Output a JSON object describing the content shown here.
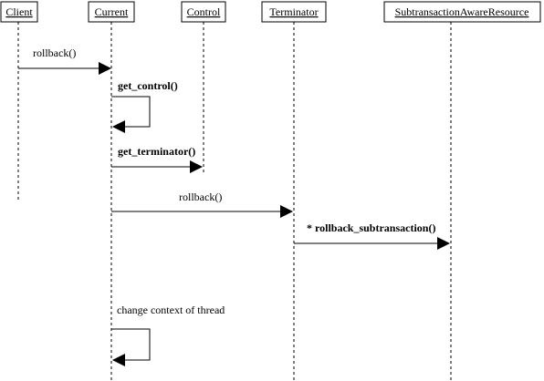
{
  "lifelines": [
    {
      "id": "client",
      "label": "Client"
    },
    {
      "id": "current",
      "label": "Current"
    },
    {
      "id": "control",
      "label": "Control"
    },
    {
      "id": "terminator",
      "label": "Terminator"
    },
    {
      "id": "sar",
      "label": "SubtransactionAwareResource"
    }
  ],
  "messages": [
    {
      "id": "msg-1",
      "from": "client",
      "to": "current",
      "label": "rollback()",
      "bold": false
    },
    {
      "id": "msg-2",
      "from": "current",
      "to": "current",
      "label": "get_control()",
      "bold": true
    },
    {
      "id": "msg-3",
      "from": "current",
      "to": "control",
      "label": "get_terminator()",
      "bold": true
    },
    {
      "id": "msg-4",
      "from": "current",
      "to": "terminator",
      "label": "rollback()",
      "bold": false
    },
    {
      "id": "msg-5",
      "from": "terminator",
      "to": "sar",
      "label": "* rollback_subtransaction()",
      "bold": true
    },
    {
      "id": "msg-6",
      "from": "current",
      "to": "current",
      "label": "change context of thread",
      "bold": false
    }
  ]
}
